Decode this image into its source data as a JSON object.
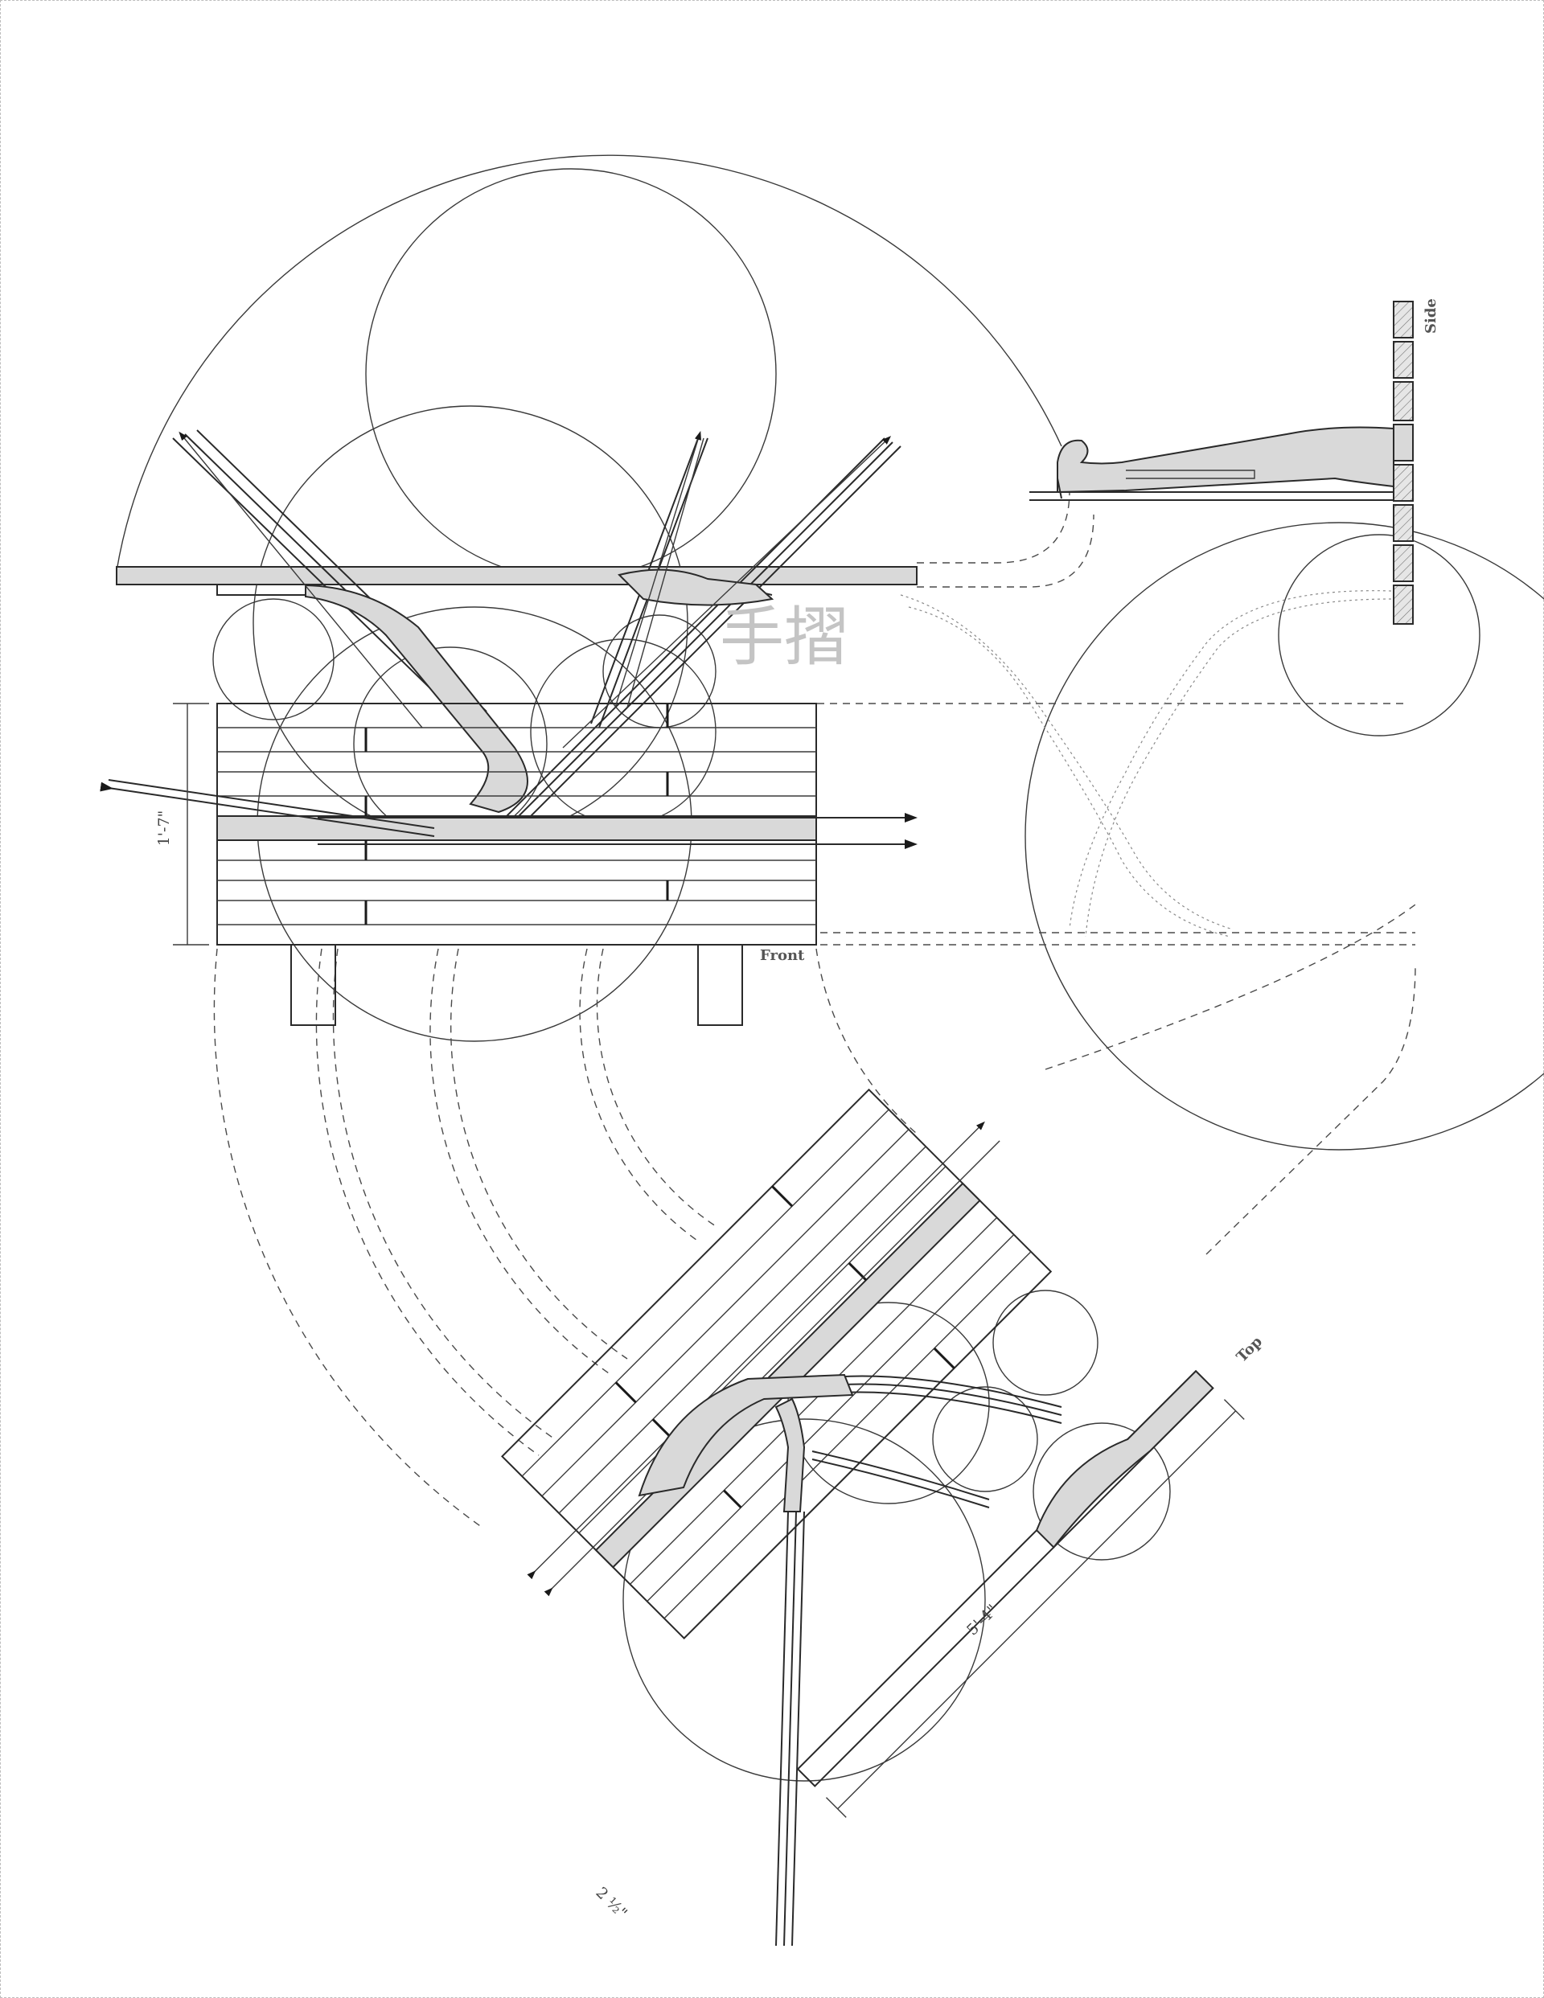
{
  "watermark": "手摺",
  "views": {
    "side": "Side",
    "front": "Front",
    "top": "Top"
  },
  "dimensions": {
    "height": "1'-7\"",
    "length": "5'-4\"",
    "width": "2 ½\""
  },
  "colors": {
    "line": "#2a2a2a",
    "fill": "#d9d9d9",
    "frame": "#bdbdbd"
  }
}
